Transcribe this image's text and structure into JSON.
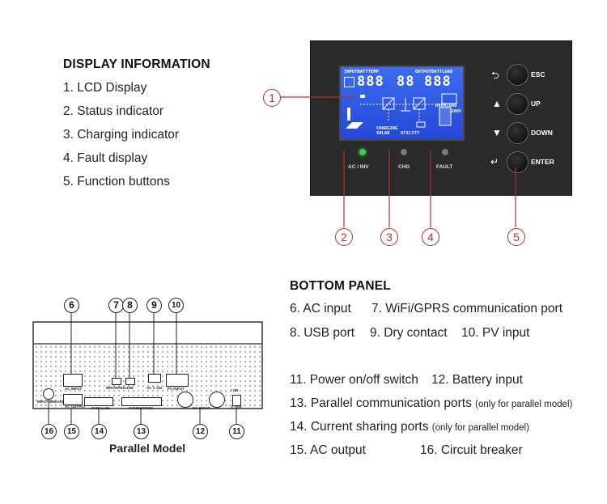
{
  "display": {
    "heading": "DISPLAY INFORMATION",
    "items": [
      "1. LCD Display",
      "2. Status indicator",
      "3. Charging indicator",
      "4. Fault display",
      "5. Function buttons"
    ]
  },
  "panel": {
    "lcd": {
      "input_label": "INPUTBATTTEMP",
      "output_label": "OUTPUTBATTLOAD",
      "left_digits": "888",
      "mid_digits": "88",
      "right_digits": "888",
      "charging_label": "CHARGING",
      "solar_label": "SOLAR",
      "utility_label": "UTILITY",
      "overload_label": "OVERLOAD",
      "pct_label": "100%"
    },
    "leds": [
      {
        "label": "AC / INV",
        "color": "#3ecf4a"
      },
      {
        "label": "CHG",
        "color": "#7a7a7a"
      },
      {
        "label": "FAULT",
        "color": "#7a7a7a"
      }
    ],
    "buttons": [
      {
        "icon": "esc-arrow-icon",
        "glyph": "⮌",
        "label": "ESC"
      },
      {
        "icon": "up-triangle-icon",
        "glyph": "▲",
        "label": "UP"
      },
      {
        "icon": "down-triangle-icon",
        "glyph": "▼",
        "label": "DOWN"
      },
      {
        "icon": "enter-arrow-icon",
        "glyph": "↵",
        "label": "ENTER"
      }
    ],
    "callouts": [
      "1",
      "2",
      "3",
      "4",
      "5"
    ],
    "accent_color": "#b83225"
  },
  "bottom": {
    "heading": "BOTTOM PANEL",
    "lines": [
      {
        "a": "6. AC input",
        "b": "7. WiFi/GPRS communication port"
      },
      {
        "a": "8. USB port",
        "b": "9. Dry contact",
        "c": "10. PV input"
      },
      {
        "a": "11. Power on/off switch",
        "b": "12. Battery input"
      },
      {
        "a": "13. Parallel communication ports",
        "note": "(only for parallel model)"
      },
      {
        "a": "14. Current sharing ports",
        "note": "(only for parallel model)"
      },
      {
        "a": "15. AC output",
        "b": "16. Circuit breaker"
      }
    ],
    "drawing": {
      "caption": "Parallel Model",
      "numbers": [
        "6",
        "7",
        "8",
        "9",
        "10",
        "16",
        "15",
        "14",
        "13",
        "12",
        "11"
      ],
      "labels": {
        "ac_input": "AC INPUT",
        "wifi": "WIFI/GPRS",
        "usb": "USB",
        "dry": "AC C ON",
        "pv": "PV INPUT",
        "breaker": "INPUT BREAKER 30AMP",
        "ac_output": "AC OUTPUT",
        "parallel": "PARALLEL",
        "connection": "CONNECTION",
        "dc_input": "DC INPUT",
        "switch_on": "I ON",
        "switch_off": "O OFF"
      }
    }
  }
}
